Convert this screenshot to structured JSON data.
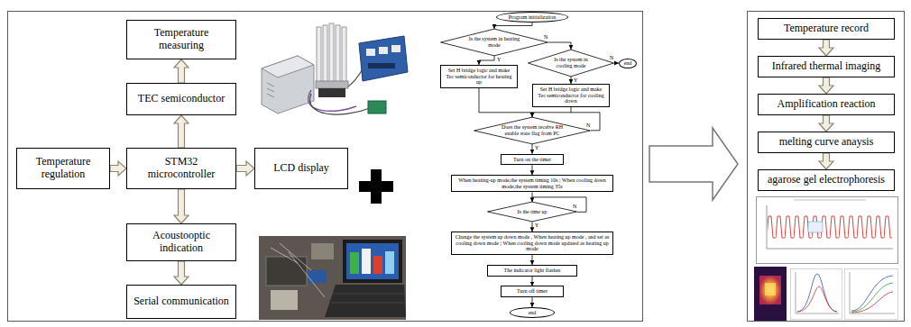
{
  "diagram": {
    "nodes": [
      {
        "text": [
          "Temperature measuring"
        ]
      },
      {
        "text": [
          "TEC semiconductor"
        ]
      },
      {
        "text": [
          "Temperature regulation"
        ]
      },
      {
        "text": [
          "STM32 microcontroller"
        ]
      },
      {
        "text": [
          "LCD display"
        ]
      },
      {
        "text": [
          "Acoustooptic indication"
        ]
      },
      {
        "text": [
          "Serial communication"
        ]
      },
      {
        "text": [
          "Program initialization"
        ]
      },
      {
        "text": [
          "Is the system in heating mode"
        ]
      },
      {
        "text": [
          "Is the system in cooling mode"
        ]
      },
      {
        "text": [
          "end"
        ]
      },
      {
        "text": [
          "Set H bridge logic and make Tec semiconductor for heating up"
        ]
      },
      {
        "text": [
          "Set H bridge logic and make Tec semiconductor for cooling down"
        ]
      },
      {
        "text": [
          "Does the system receive RH enable state flag from PC"
        ]
      },
      {
        "text": [
          "Turn on the timer"
        ]
      },
      {
        "text": [
          "When heating-up mode,the system timing 10s ; When cooling down mode,the system timing 35s"
        ]
      },
      {
        "text": [
          "Is the time up"
        ]
      },
      {
        "text": [
          "Change the system up down mode , When heating up mode , and set as cooling down mode ; When cooling down mode updated as heating up mode"
        ]
      },
      {
        "text": [
          "The indicator light flashes"
        ]
      },
      {
        "text": [
          "Turn off timer"
        ]
      },
      {
        "text": [
          "end"
        ]
      },
      {
        "text": [
          "Temperature record"
        ]
      },
      {
        "text": [
          "Infrared thermal imaging"
        ]
      },
      {
        "text": [
          "Amplification reaction"
        ]
      },
      {
        "text": [
          "melting curve anaysis"
        ]
      },
      {
        "text": [
          "agarose gel electrophoresis"
        ]
      }
    ],
    "edges": [
      {
        "from": 1,
        "to": 0,
        "arrow": "to"
      },
      {
        "from": 3,
        "to": 1,
        "arrow": "to"
      },
      {
        "from": 2,
        "to": 3,
        "arrow": "to"
      },
      {
        "from": 3,
        "to": 4,
        "arrow": "to"
      },
      {
        "from": 3,
        "to": 5,
        "arrow": "to"
      },
      {
        "from": 5,
        "to": 6,
        "arrow": "to"
      },
      {
        "from": 7,
        "to": 8,
        "arrow": "to"
      },
      {
        "from": 8,
        "to": 11,
        "label": "Y",
        "arrow": "to"
      },
      {
        "from": 8,
        "to": 9,
        "label": "N",
        "arrow": "to"
      },
      {
        "from": 9,
        "to": 10,
        "label": "N",
        "arrow": "to"
      },
      {
        "from": 9,
        "to": 12,
        "label": "Y",
        "arrow": "to"
      },
      {
        "from": 11,
        "to": 13,
        "arrow": "to"
      },
      {
        "from": 12,
        "to": 13,
        "arrow": "to"
      },
      {
        "from": 13,
        "to": 14,
        "label": "Y",
        "arrow": "to"
      },
      {
        "from": 14,
        "to": 15,
        "arrow": "to"
      },
      {
        "from": 15,
        "to": 16,
        "arrow": "to"
      },
      {
        "from": 16,
        "to": 17,
        "label": "Y",
        "arrow": "to"
      },
      {
        "from": 17,
        "to": 18,
        "arrow": "to"
      },
      {
        "from": 18,
        "to": 19,
        "arrow": "to"
      },
      {
        "from": 19,
        "to": 20,
        "arrow": "to"
      },
      {
        "from": 21,
        "to": 22,
        "arrow": "to"
      },
      {
        "from": 22,
        "to": 23,
        "arrow": "to"
      },
      {
        "from": 23,
        "to": 24,
        "arrow": "to"
      },
      {
        "from": 24,
        "to": 25,
        "arrow": "to"
      }
    ],
    "labels": [
      "N",
      "N"
    ]
  }
}
